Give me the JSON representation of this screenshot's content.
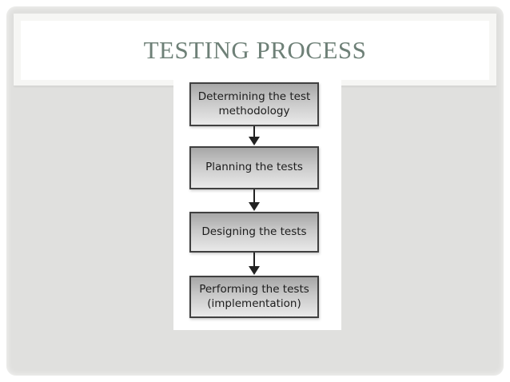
{
  "slide": {
    "title": "TESTING PROCESS",
    "colors": {
      "slide_background": "#e0e0de",
      "title_text": "#6e8077",
      "title_band_frame": "#f6f6f4",
      "box_border": "#404040",
      "box_gradient_top": "#a7a7a7",
      "box_gradient_bottom": "#e9e9e9",
      "box_text": "#1c1c1c",
      "arrow": "#222222"
    }
  },
  "flowchart": {
    "steps": [
      {
        "label": "Determining the test methodology"
      },
      {
        "label": "Planning the tests"
      },
      {
        "label": "Designing the tests"
      },
      {
        "label": "Performing the tests (implementation)"
      }
    ]
  }
}
